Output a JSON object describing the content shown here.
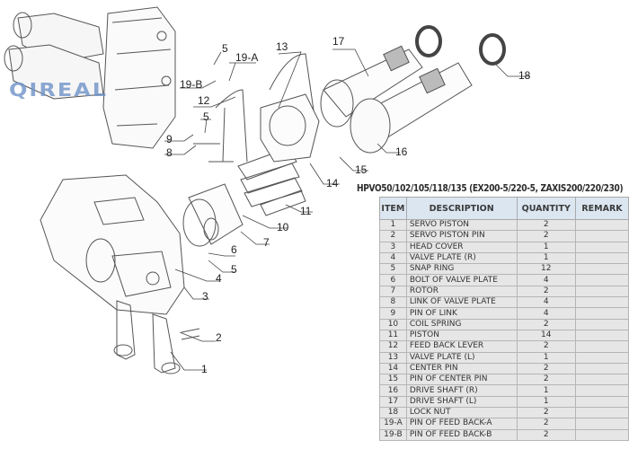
{
  "logo": {
    "text": "QIREAL",
    "color": "#6f93c9"
  },
  "diagram": {
    "callouts": [
      "1",
      "2",
      "3",
      "4",
      "5",
      "6",
      "7",
      "8",
      "9",
      "10",
      "11",
      "12",
      "13",
      "14",
      "15",
      "16",
      "17",
      "18",
      "19-A",
      "19-B",
      "5",
      "5"
    ]
  },
  "parts_table": {
    "title": "HPVO50/102/105/118/135 (EX200-5/220-5, ZAXIS200/220/230)",
    "headers": [
      "ITEM",
      "DESCRIPTION",
      "QUANTITY",
      "REMARK"
    ],
    "header_bg": "#dbe6f1",
    "row_bg": "#e6e6e6",
    "rows": [
      {
        "item": "1",
        "description": "SERVO PISTON",
        "quantity": "2",
        "remark": ""
      },
      {
        "item": "2",
        "description": "SERVO PISTON PIN",
        "quantity": "2",
        "remark": ""
      },
      {
        "item": "3",
        "description": "HEAD COVER",
        "quantity": "1",
        "remark": ""
      },
      {
        "item": "4",
        "description": "VALVE PLATE (R)",
        "quantity": "1",
        "remark": ""
      },
      {
        "item": "5",
        "description": "SNAP RING",
        "quantity": "12",
        "remark": ""
      },
      {
        "item": "6",
        "description": "BOLT OF VALVE PLATE",
        "quantity": "4",
        "remark": ""
      },
      {
        "item": "7",
        "description": "ROTOR",
        "quantity": "2",
        "remark": ""
      },
      {
        "item": "8",
        "description": "LINK OF VALVE PLATE",
        "quantity": "4",
        "remark": ""
      },
      {
        "item": "9",
        "description": "PIN OF LINK",
        "quantity": "4",
        "remark": ""
      },
      {
        "item": "10",
        "description": "COIL SPRING",
        "quantity": "2",
        "remark": ""
      },
      {
        "item": "11",
        "description": "PISTON",
        "quantity": "14",
        "remark": ""
      },
      {
        "item": "12",
        "description": "FEED BACK LEVER",
        "quantity": "2",
        "remark": ""
      },
      {
        "item": "13",
        "description": "VALVE PLATE (L)",
        "quantity": "1",
        "remark": ""
      },
      {
        "item": "14",
        "description": "CENTER PIN",
        "quantity": "2",
        "remark": ""
      },
      {
        "item": "15",
        "description": "PIN OF CENTER PIN",
        "quantity": "2",
        "remark": ""
      },
      {
        "item": "16",
        "description": "DRIVE SHAFT (R)",
        "quantity": "1",
        "remark": ""
      },
      {
        "item": "17",
        "description": "DRIVE SHAFT (L)",
        "quantity": "1",
        "remark": ""
      },
      {
        "item": "18",
        "description": "LOCK NUT",
        "quantity": "2",
        "remark": ""
      },
      {
        "item": "19-A",
        "description": "PIN OF FEED BACK-A",
        "quantity": "2",
        "remark": ""
      },
      {
        "item": "19-B",
        "description": "PIN OF FEED BACK-B",
        "quantity": "2",
        "remark": ""
      }
    ]
  }
}
